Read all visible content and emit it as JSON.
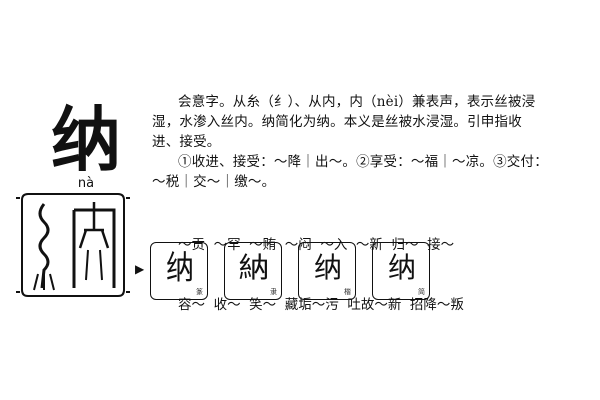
{
  "entry": {
    "character": "纳",
    "pinyin": "nà"
  },
  "description": {
    "line1": "会意字。从糸（纟）、从内，内（nèi）兼表声，表示丝被浸",
    "line2": "湿，水渗入丝内。纳简化为纳。本义是丝被水浸湿。引申指收",
    "line3": "进、接受。",
    "senses_line1": "①收进、接受：～降｜出～。②享受：～福｜～凉。③交付：",
    "senses_line2": "～税｜交～｜缴～。"
  },
  "words": {
    "row1": "～贡  ～罕  ～贿  ～闷  ～入  ～新  归～  接～",
    "row2": "容～  收～  笑～  藏垢～污  吐故～新  招降～叛"
  },
  "arrow": "▶",
  "scripts": [
    {
      "glyph": "纳",
      "label": "篆",
      "style": "seal"
    },
    {
      "glyph": "納",
      "label": "隶",
      "style": "clerical"
    },
    {
      "glyph": "纳",
      "label": "楷",
      "style": "regular"
    },
    {
      "glyph": "纳",
      "label": "简",
      "style": "cursive"
    }
  ]
}
